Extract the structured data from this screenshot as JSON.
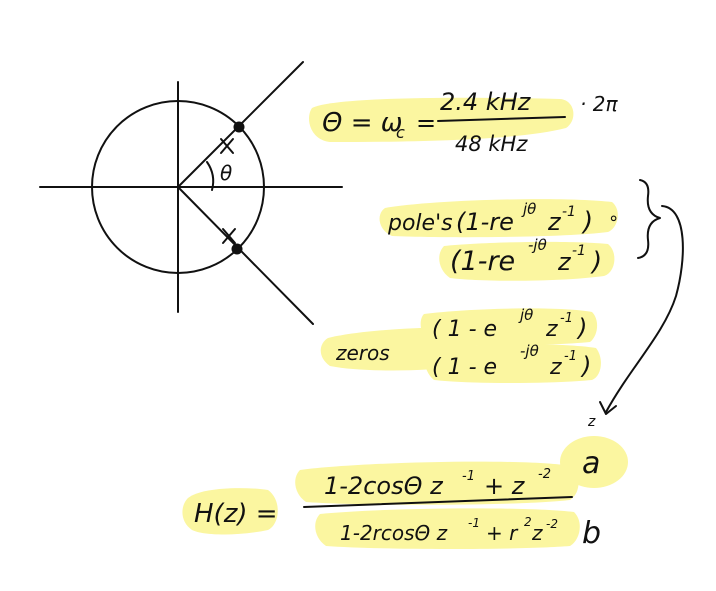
{
  "colors": {
    "highlight": "#fbf6a0",
    "ink": "#111111",
    "background": "#ffffff"
  },
  "diagram": {
    "angle_label": "θ"
  },
  "theta_eq": {
    "lhs": "Θ = ω",
    "sub": "c",
    "eq": "=",
    "numerator": "2.4 kHz",
    "times": "· 2π",
    "denominator": "48 kHz"
  },
  "poles": {
    "label": "pole's",
    "line1": "(1-re",
    "line1_exp": "jθ",
    "line1_z": "z",
    "line1_zexp": "-1",
    "line1_close": ")",
    "line2": "(1-re",
    "line2_exp": "-jθ",
    "line2_z": "z",
    "line2_zexp": "-1",
    "line2_close": ")",
    "dot": "∘"
  },
  "zeros": {
    "label": "zeros",
    "line1": "( 1 - e",
    "line1_exp": "jθ",
    "line1_z": "z",
    "line1_zexp": "-1",
    "line1_close": ")",
    "line2": "( 1 - e",
    "line2_exp": "-jθ",
    "line2_z": "z",
    "line2_zexp": "-1",
    "line2_close": ")"
  },
  "arrow_label": "z",
  "transfer": {
    "lhs": "H(z) =",
    "numerator": "1-2cosΘ z",
    "num_exp1": "-1",
    "num_tail": "+ z",
    "num_exp2": "-2",
    "denominator": "1-2rcosΘ z",
    "den_exp1": "-1",
    "den_tail": "+ r",
    "den_exp2": "2",
    "den_tail2": "z",
    "den_exp3": "-2",
    "label_a": "a",
    "label_b": "b"
  }
}
